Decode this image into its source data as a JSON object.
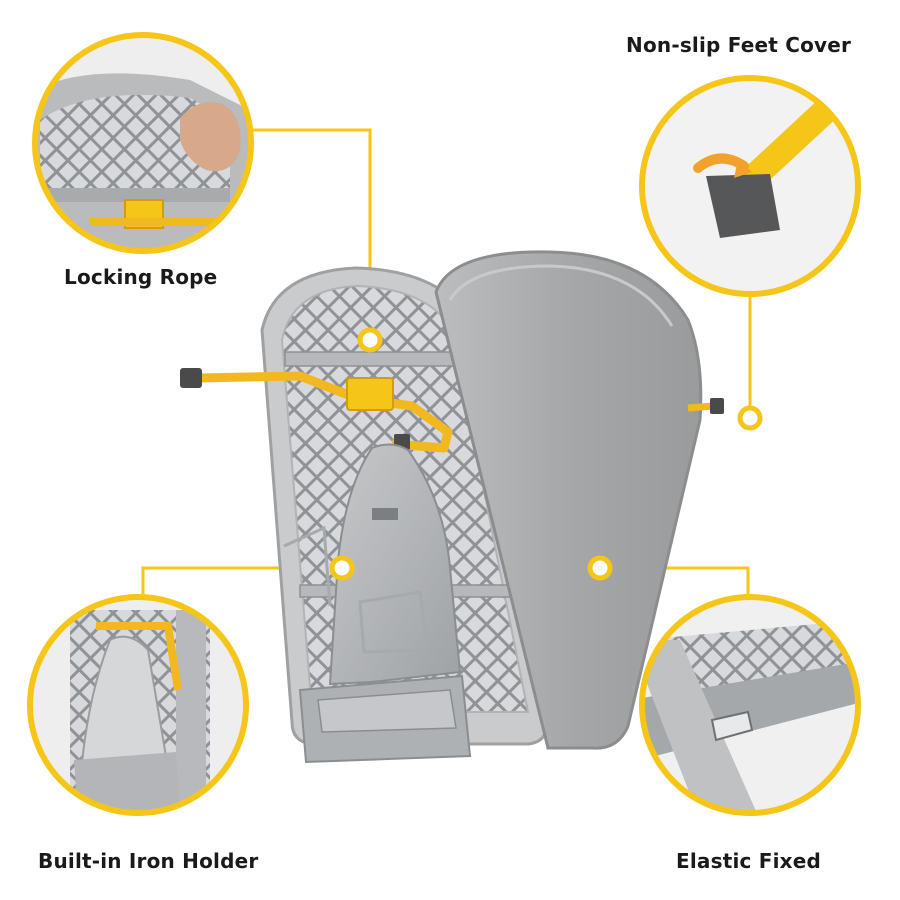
{
  "callouts": {
    "locking_rope": "Locking Rope",
    "non_slip_feet_cover": "Non-slip Feet Cover",
    "built_in_iron_holder": "Built-in Iron Holder",
    "elastic_fixed": "Elastic Fixed"
  },
  "colors": {
    "accent_yellow": "#f5c518",
    "frame_yellow": "#f2b81f",
    "cover_gray": "#a9aaab",
    "panel_gray": "#b8babc",
    "mesh_gray": "#8f9296",
    "text": "#1a1a1a"
  }
}
